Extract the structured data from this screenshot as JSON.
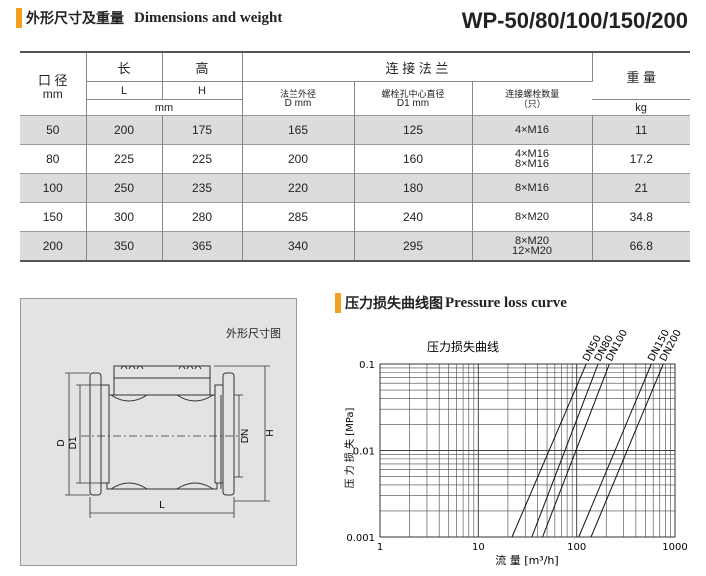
{
  "header": {
    "title_cn": "外形尺寸及重量",
    "title_en": "Dimensions and weight",
    "model": "WP-50/80/100/150/200"
  },
  "table": {
    "col_dn": "口 径",
    "col_dn_unit": "mm",
    "col_length": "长",
    "col_length_sym": "L",
    "col_height": "高",
    "col_height_sym": "H",
    "col_lh_unit": "mm",
    "col_flange": "连 接 法 兰",
    "col_flange_od": "法兰外径",
    "col_flange_od_sym": "D  mm",
    "col_bolt_circle": "螺栓孔中心直径",
    "col_bolt_circle_sym": "D1  mm",
    "col_bolts": "连接螺栓数量",
    "col_bolts_unit": "（只）",
    "col_weight": "重  量",
    "col_weight_unit": "kg",
    "rows": [
      {
        "dn": "50",
        "l": "200",
        "h": "175",
        "d": "165",
        "d1": "125",
        "bolt1": "4×M16",
        "bolt2": "",
        "w": "11"
      },
      {
        "dn": "80",
        "l": "225",
        "h": "225",
        "d": "200",
        "d1": "160",
        "bolt1": "4×M16",
        "bolt2": "8×M16",
        "w": "17.2"
      },
      {
        "dn": "100",
        "l": "250",
        "h": "235",
        "d": "220",
        "d1": "180",
        "bolt1": "8×M16",
        "bolt2": "",
        "w": "21"
      },
      {
        "dn": "150",
        "l": "300",
        "h": "280",
        "d": "285",
        "d1": "240",
        "bolt1": "8×M20",
        "bolt2": "",
        "w": "34.8"
      },
      {
        "dn": "200",
        "l": "350",
        "h": "365",
        "d": "340",
        "d1": "295",
        "bolt1": "8×M20",
        "bolt2": "12×M20",
        "w": "66.8"
      }
    ]
  },
  "drawing": {
    "title": "外形尺寸图",
    "labels": {
      "d": "D",
      "d1": "D1",
      "dn": "DN",
      "h": "H",
      "l": "L"
    }
  },
  "pressure": {
    "title_cn": "压力损失曲线图",
    "title_en": "Pressure loss curve"
  },
  "chart_data": {
    "type": "line",
    "title": "压力损失曲线",
    "xlabel": "流 量  [m³/h]",
    "ylabel": "压 力 损 失 [MPa]",
    "xscale": "log",
    "yscale": "log",
    "xlim": [
      1,
      1000
    ],
    "ylim": [
      0.001,
      0.1
    ],
    "x_ticks": [
      "1",
      "10",
      "100",
      "1000"
    ],
    "y_ticks": [
      "0.001",
      "0.01",
      "0.1"
    ],
    "grid": true,
    "series": [
      {
        "name": "DN50",
        "points": [
          [
            22,
            0.001
          ],
          [
            125,
            0.1
          ]
        ]
      },
      {
        "name": "DN80",
        "points": [
          [
            35,
            0.001
          ],
          [
            165,
            0.1
          ]
        ]
      },
      {
        "name": "DN100",
        "points": [
          [
            45,
            0.001
          ],
          [
            215,
            0.1
          ]
        ]
      },
      {
        "name": "DN150",
        "points": [
          [
            105,
            0.001
          ],
          [
            575,
            0.1
          ]
        ]
      },
      {
        "name": "DN200",
        "points": [
          [
            140,
            0.001
          ],
          [
            760,
            0.1
          ]
        ]
      }
    ]
  }
}
